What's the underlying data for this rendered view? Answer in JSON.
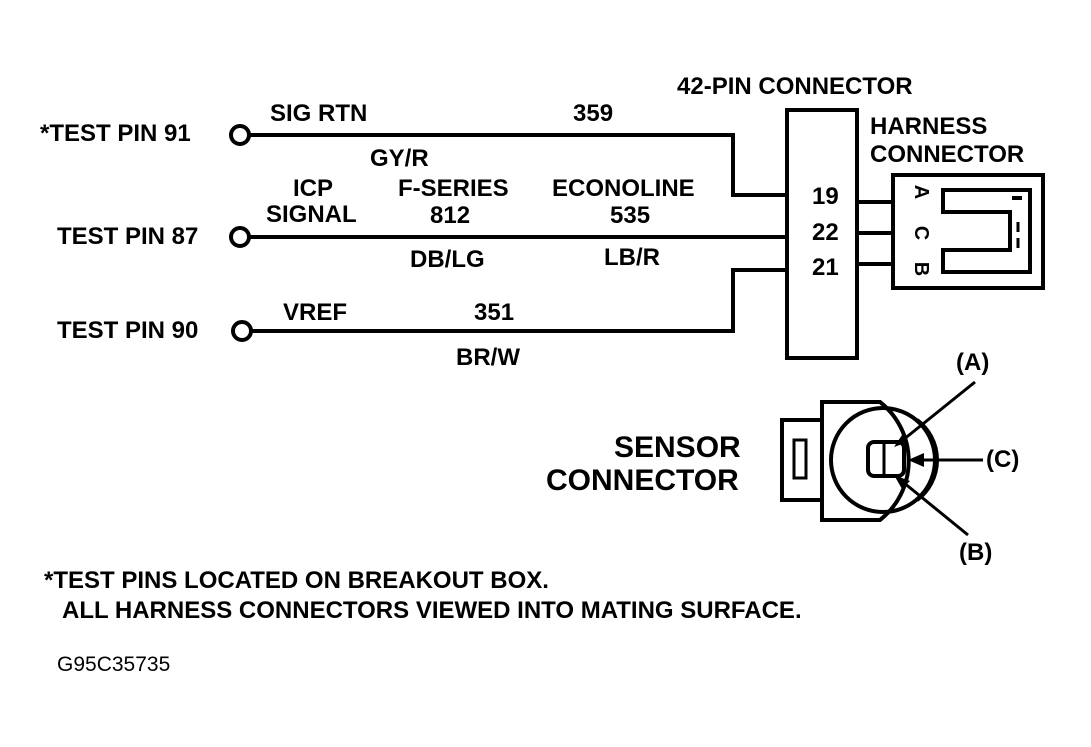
{
  "test_pins": {
    "pin91": "TEST PIN 91",
    "pin91_marker": "*",
    "pin87": "TEST PIN 87",
    "pin90": "TEST PIN 90"
  },
  "circuits": {
    "sig_rtn": {
      "label": "SIG RTN",
      "number": "359",
      "color": "GY/R"
    },
    "icp_signal": {
      "label_line1": "ICP",
      "label_line2": "SIGNAL",
      "fseries_label": "F-SERIES",
      "fseries_number": "812",
      "fseries_color": "DB/LG",
      "econoline_label": "ECONOLINE",
      "econoline_number": "535",
      "econoline_color": "LB/R"
    },
    "vref": {
      "label": "VREF",
      "number": "351",
      "color": "BR/W"
    }
  },
  "connector_42pin": {
    "title": "42-PIN CONNECTOR",
    "pins": [
      "19",
      "22",
      "21"
    ]
  },
  "harness_connector": {
    "title_line1": "HARNESS",
    "title_line2": "CONNECTOR",
    "terminals": [
      "A",
      "C",
      "B"
    ]
  },
  "sensor_connector": {
    "title_line1": "SENSOR",
    "title_line2": "CONNECTOR",
    "callouts": [
      "(A)",
      "(C)",
      "(B)"
    ]
  },
  "notes": {
    "line1": "*TEST PINS LOCATED ON BREAKOUT BOX.",
    "line2": "ALL HARNESS CONNECTORS VIEWED INTO MATING SURFACE."
  },
  "figure_id": "G95C35735"
}
